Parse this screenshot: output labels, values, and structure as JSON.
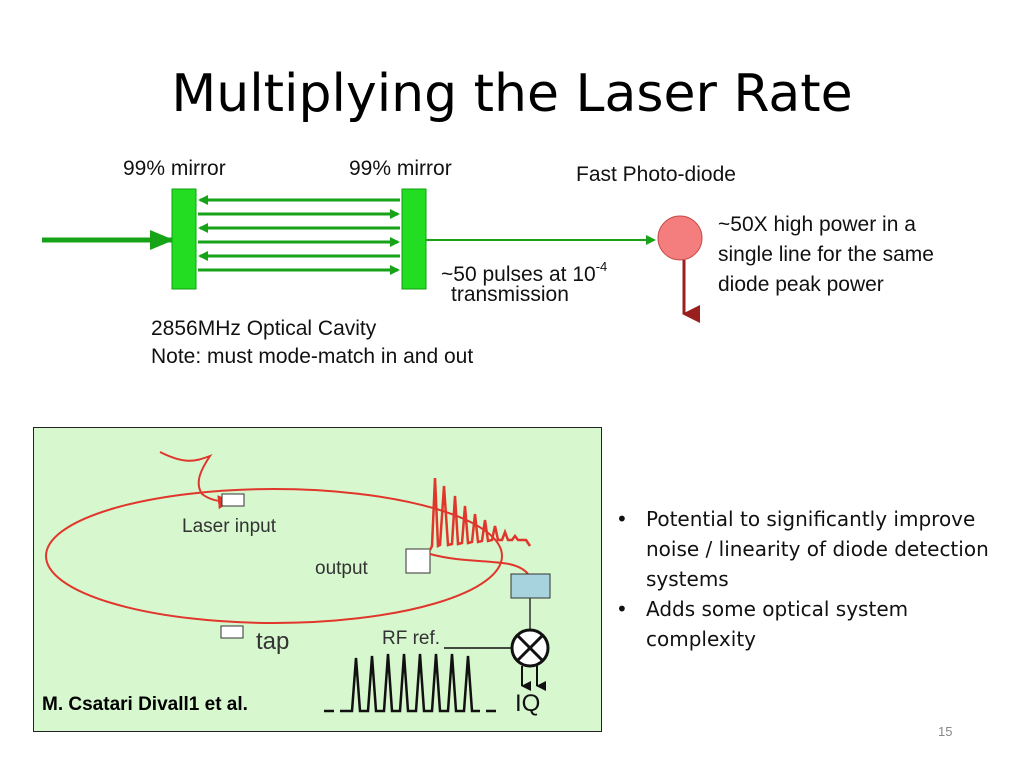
{
  "title": "Multiplying the Laser Rate",
  "diagram": {
    "mirror_left_label": "99% mirror",
    "mirror_right_label": "99% mirror",
    "photodiode_label": "Fast Photo-diode",
    "power_note_lines": [
      "~50X high power in a",
      "single line for the same",
      "diode peak power"
    ],
    "pulses_label": "~50 pulses at 10",
    "pulses_exponent": "-4",
    "transmission_label": "transmission",
    "cavity_label": "2856MHz Optical Cavity",
    "cavity_note": "Note: must mode-match in and out",
    "colors": {
      "green": "#17a317",
      "mirror": "#22dd22",
      "diode": "#f47e7e",
      "arrow_dark": "#9a1f1f"
    }
  },
  "panel": {
    "laser_input_label": "Laser input",
    "output_label": "output",
    "tap_label": "tap",
    "rf_ref_label": "RF ref.",
    "iq_label": "IQ",
    "credit": "M. Csatari Divall1 et al.",
    "colors": {
      "background": "#d7f7cf",
      "ring": "#e0362c",
      "box": "#a7d3de"
    }
  },
  "bullets": [
    {
      "marker": "•",
      "text": "Potential to significantly improve noise / linearity of diode detection systems"
    },
    {
      "marker": "•",
      "text": "Adds some optical system complexity"
    }
  ],
  "page_number": "15"
}
